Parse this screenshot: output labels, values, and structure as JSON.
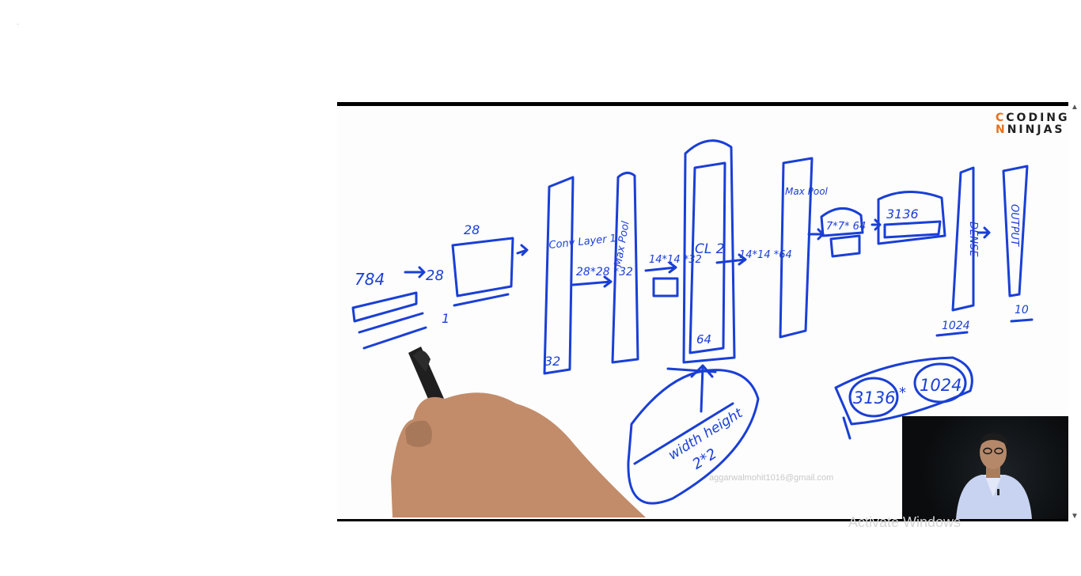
{
  "lesson": {
    "logo": {
      "line1": "CODING",
      "line2": "NINJAS"
    },
    "watermark": "aggarwalmohit1016@gmail.com",
    "system_overlay": "Activate Windows"
  },
  "board": {
    "input": {
      "size": "784",
      "reshape": "28",
      "one": "1",
      "image_side": "28"
    },
    "conv1": {
      "label": "Conv Layer 1",
      "filters": "32",
      "out": "28*28 *32"
    },
    "pool1": {
      "label": "Max Pool",
      "out": "14*14 *32"
    },
    "conv2": {
      "label": "CL 2",
      "filters": "64",
      "out": "14*14 *64"
    },
    "pool2": {
      "label": "Max Pool",
      "out": "7*7* 64"
    },
    "flatten": {
      "size": "3136"
    },
    "dense": {
      "label": "DENSE",
      "units": "1024"
    },
    "output": {
      "label": "OUTPUT",
      "units": "10"
    },
    "kernel_note": {
      "line1": "width height",
      "line2": "2*2"
    },
    "weights_note": {
      "left": "3136",
      "op": "*",
      "right": "1024"
    }
  },
  "icons": {
    "up": "scroll-up-icon",
    "down": "scroll-down-icon"
  },
  "colors": {
    "ink": "#1a3fd6",
    "logo_accent": "#e6711d"
  }
}
